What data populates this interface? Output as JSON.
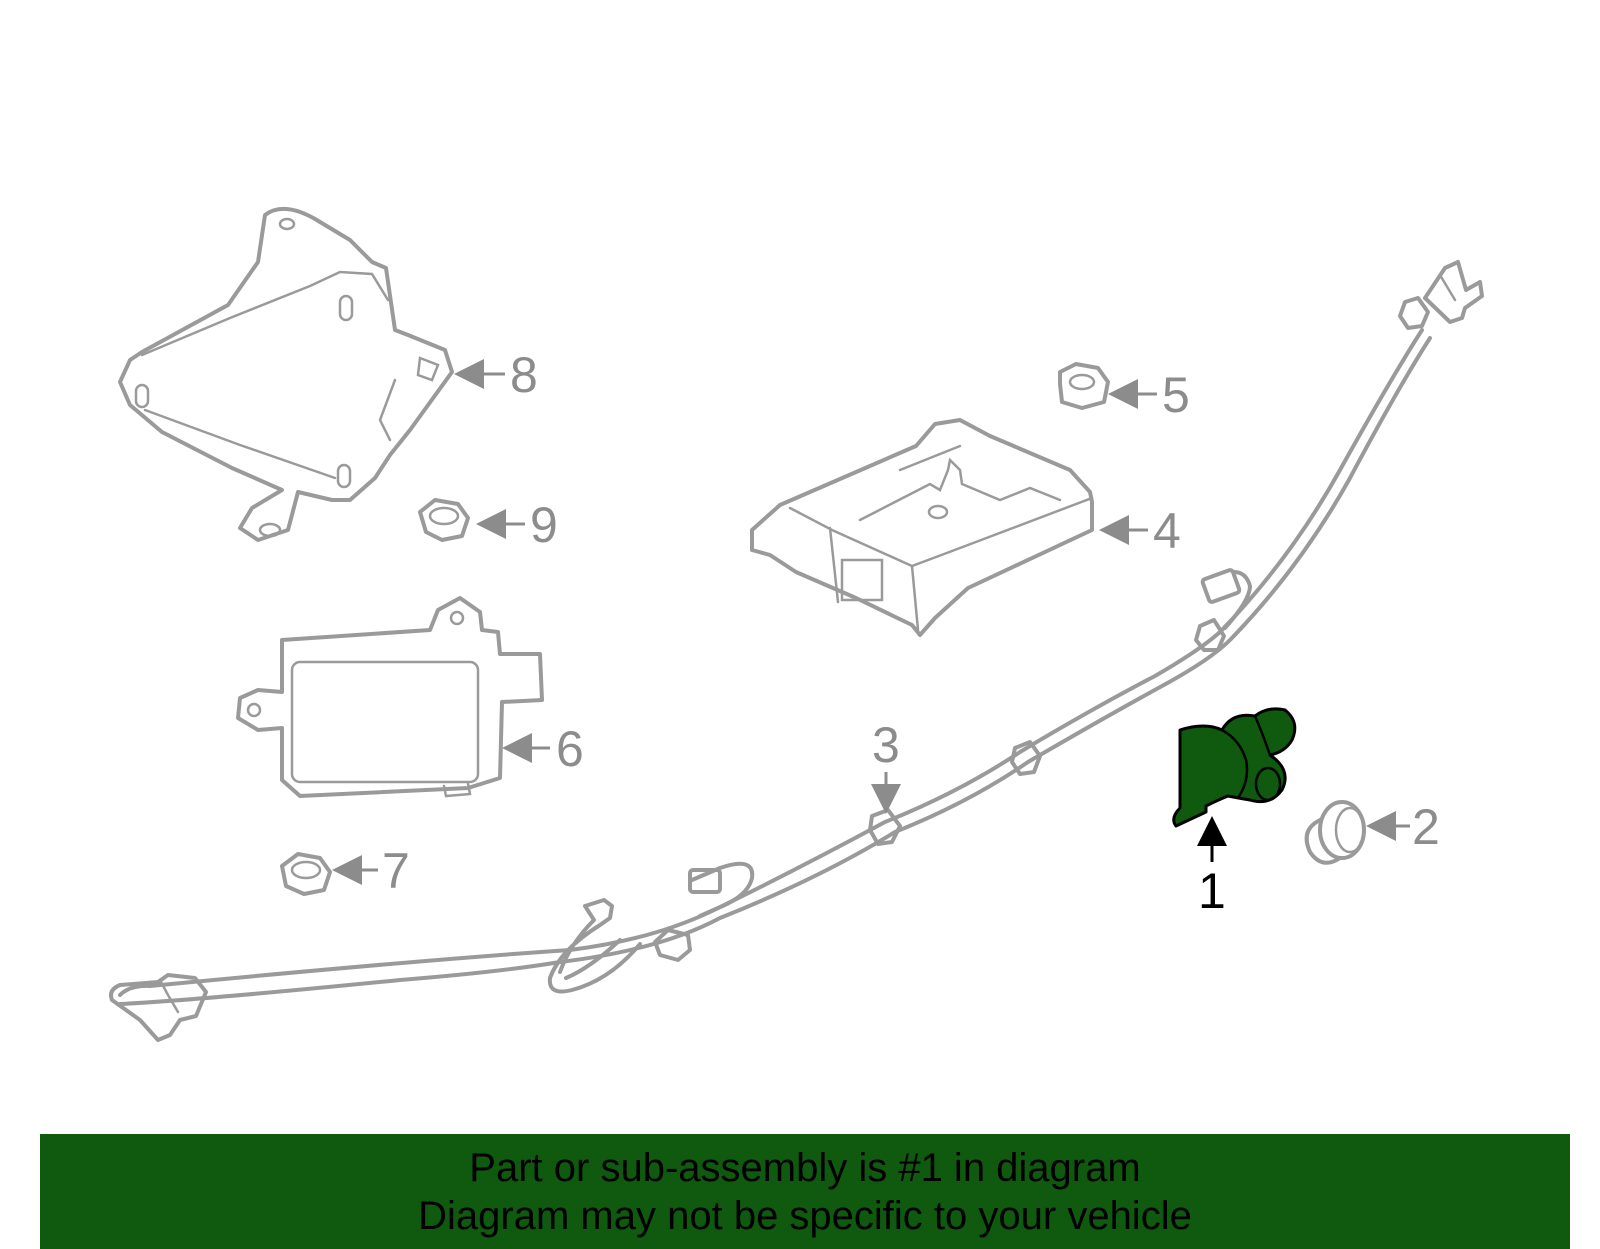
{
  "diagram": {
    "callouts": [
      "1",
      "2",
      "3",
      "4",
      "5",
      "6",
      "7",
      "8",
      "9"
    ],
    "highlight_color": "#0f5a0f",
    "part_stroke_color": "#9a9a9a",
    "highlighted_part": "1"
  },
  "banner": {
    "line1": "Part or sub-assembly is #1 in diagram",
    "line2": "Diagram may not be specific to your vehicle",
    "background": "#0f5a0f"
  }
}
